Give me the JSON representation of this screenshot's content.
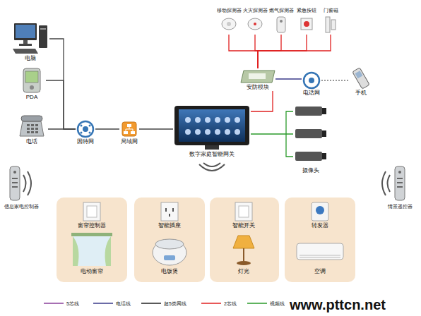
{
  "diagram": {
    "nodes": [
      {
        "text": [
          "电脑"
        ]
      },
      {
        "text": [
          "PDA"
        ]
      },
      {
        "text": [
          "电话"
        ]
      },
      {
        "text": [
          "因特网"
        ]
      },
      {
        "text": [
          "局域网"
        ]
      },
      {
        "text": [
          "数字家庭智能网关"
        ]
      },
      {
        "text": [
          "安防模块"
        ]
      },
      {
        "text": [
          "移动探测器"
        ]
      },
      {
        "text": [
          "火灾探测器"
        ]
      },
      {
        "text": [
          "燃气探测器"
        ]
      },
      {
        "text": [
          "紧急按钮"
        ]
      },
      {
        "text": [
          "门窗磁"
        ]
      },
      {
        "text": [
          "电话网"
        ]
      },
      {
        "text": [
          "手机"
        ]
      },
      {
        "text": [
          "摄像头"
        ]
      },
      {
        "text": [
          "窗帘控制器"
        ]
      },
      {
        "text": [
          "电动窗帘"
        ]
      },
      {
        "text": [
          "智能插座"
        ]
      },
      {
        "text": [
          "电饭煲"
        ]
      },
      {
        "text": [
          "智能开关"
        ]
      },
      {
        "text": [
          "灯光"
        ]
      },
      {
        "text": [
          "转发器"
        ]
      },
      {
        "text": [
          "空调"
        ]
      },
      {
        "text": [
          "信息家电控制器"
        ]
      },
      {
        "text": [
          "情景遥控器"
        ]
      }
    ],
    "edges": [
      {
        "from": 0,
        "to": 3,
        "arrow": "none"
      },
      {
        "from": 1,
        "to": 3,
        "arrow": "none"
      },
      {
        "from": 2,
        "to": 3,
        "arrow": "none"
      },
      {
        "from": 3,
        "to": 4,
        "arrow": "none"
      },
      {
        "from": 4,
        "to": 5,
        "arrow": "none"
      },
      {
        "from": 5,
        "to": 6,
        "arrow": "none"
      },
      {
        "from": 6,
        "to": 12,
        "arrow": "none"
      },
      {
        "from": 12,
        "to": 13,
        "arrow": "none"
      },
      {
        "from": 7,
        "to": 6,
        "arrow": "none"
      },
      {
        "from": 8,
        "to": 6,
        "arrow": "none"
      },
      {
        "from": 9,
        "to": 6,
        "arrow": "none"
      },
      {
        "from": 10,
        "to": 6,
        "arrow": "none"
      },
      {
        "from": 11,
        "to": 6,
        "arrow": "none"
      },
      {
        "from": 5,
        "to": 14,
        "arrow": "none"
      }
    ],
    "labels": [
      "www.pttcn.net"
    ],
    "legend": [
      {
        "text": "5芯线"
      },
      {
        "text": "电话线"
      },
      {
        "text": "超5类网线"
      },
      {
        "text": "2芯线"
      },
      {
        "text": "视频线"
      }
    ]
  }
}
